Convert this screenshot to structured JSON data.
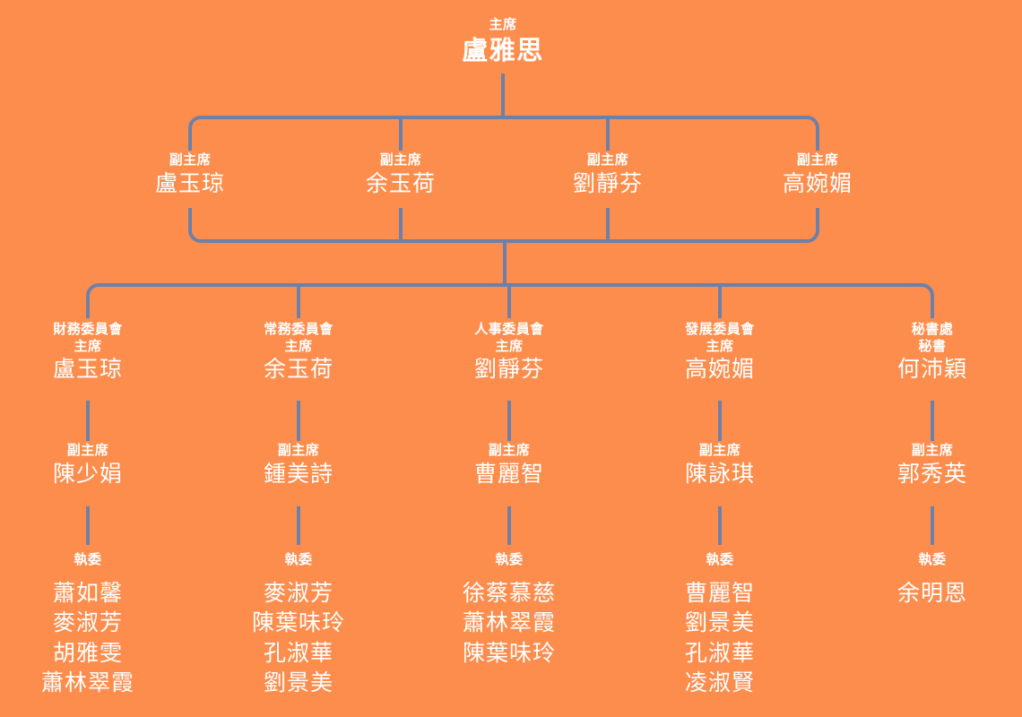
{
  "theme": {
    "background": "#FC8D4D",
    "line_color": "#6D81A8",
    "text_color": "#FFFFFF"
  },
  "org": {
    "root": {
      "role": "主席",
      "name": "盧雅思"
    },
    "vice_chairs": [
      {
        "role": "副主席",
        "name": "盧玉琼"
      },
      {
        "role": "副主席",
        "name": "余玉荷"
      },
      {
        "role": "副主席",
        "name": "劉靜芬"
      },
      {
        "role": "副主席",
        "name": "高婉媚"
      }
    ],
    "committees": [
      {
        "unit": "財務委員會",
        "role": "主席",
        "name": "盧玉琼",
        "deputy_role": "副主席",
        "deputy_name": "陳少娟",
        "members_role": "執委",
        "members": [
          "蕭如馨",
          "麥淑芳",
          "胡雅雯",
          "蕭林翠霞"
        ]
      },
      {
        "unit": "常務委員會",
        "role": "主席",
        "name": "余玉荷",
        "deputy_role": "副主席",
        "deputy_name": "鍾美詩",
        "members_role": "執委",
        "members": [
          "麥淑芳",
          "陳葉味玲",
          "孔淑華",
          "劉景美"
        ]
      },
      {
        "unit": "人事委員會",
        "role": "主席",
        "name": "劉靜芬",
        "deputy_role": "副主席",
        "deputy_name": "曹麗智",
        "members_role": "執委",
        "members": [
          "徐蔡慕慈",
          "蕭林翠霞",
          "陳葉味玲"
        ]
      },
      {
        "unit": "發展委員會",
        "role": "主席",
        "name": "高婉媚",
        "deputy_role": "副主席",
        "deputy_name": "陳詠琪",
        "members_role": "執委",
        "members": [
          "曹麗智",
          "劉景美",
          "孔淑華",
          "凌淑賢"
        ]
      },
      {
        "unit": "秘書處",
        "role": "秘書",
        "name": "何沛穎",
        "deputy_role": "副主席",
        "deputy_name": "郭秀英",
        "members_role": "執委",
        "members": [
          "余明恩"
        ]
      }
    ]
  }
}
